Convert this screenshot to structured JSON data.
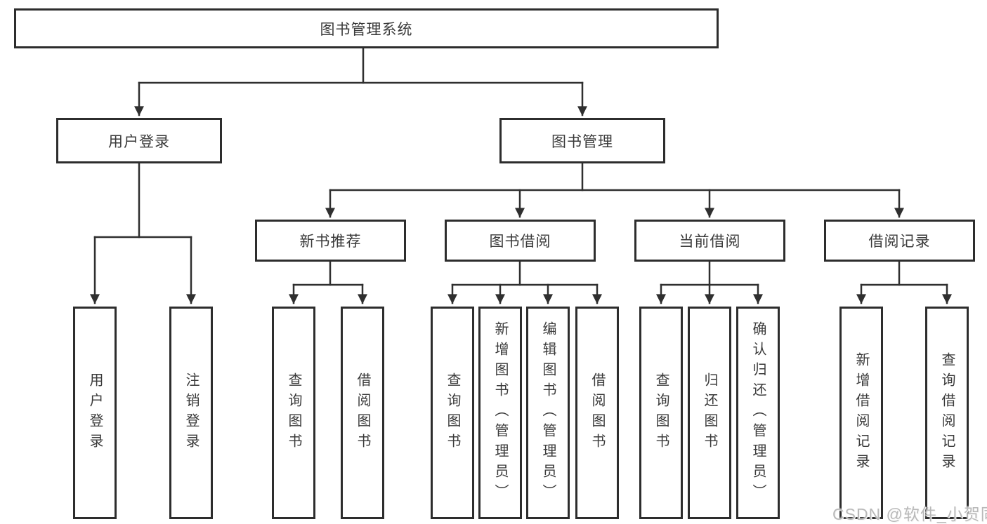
{
  "diagram": {
    "root": "图书管理系统",
    "level2": [
      "用户登录",
      "图书管理"
    ],
    "level3": [
      "新书推荐",
      "图书借阅",
      "当前借阅",
      "借阅记录"
    ],
    "leaves": {
      "user_login": [
        "用户登录",
        "注销登录"
      ],
      "new_book_recommend": [
        "查询图书",
        "借阅图书"
      ],
      "book_borrow": [
        "查询图书",
        "新增图书（管理员）",
        "编辑图书（管理员）",
        "借阅图书"
      ],
      "current_borrow": [
        "查询图书",
        "归还图书",
        "确认归还（管理员）"
      ],
      "borrow_record": [
        "新增借阅记录",
        "查询借阅记录"
      ]
    },
    "watermark": "CSDN @软件_小贺同学",
    "colors": {
      "line": "#2f2f2f",
      "border": "#2d2d2d",
      "text": "#3a3a3a",
      "watermark": "#b9b9b9",
      "background": "#ffffff"
    }
  }
}
